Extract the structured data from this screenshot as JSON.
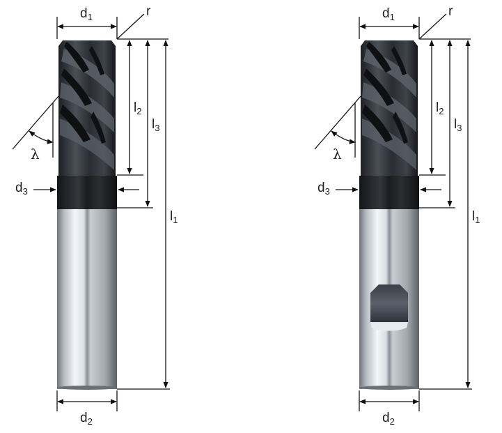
{
  "figures": [
    {
      "id": "plain-shank",
      "labels": {
        "d1": {
          "main": "d",
          "sub": "1"
        },
        "r": {
          "main": "r"
        },
        "l2": {
          "main": "l",
          "sub": "2"
        },
        "l3": {
          "main": "l",
          "sub": "3"
        },
        "l1": {
          "main": "l",
          "sub": "1"
        },
        "d3": {
          "main": "d",
          "sub": "3"
        },
        "lambda": {
          "main": "λ"
        },
        "d2": {
          "main": "d",
          "sub": "2"
        }
      }
    },
    {
      "id": "weldon-shank",
      "labels": {
        "d1": {
          "main": "d",
          "sub": "1"
        },
        "r": {
          "main": "r"
        },
        "l2": {
          "main": "l",
          "sub": "2"
        },
        "l3": {
          "main": "l",
          "sub": "3"
        },
        "l1": {
          "main": "l",
          "sub": "1"
        },
        "d3": {
          "main": "d",
          "sub": "3"
        },
        "lambda": {
          "main": "λ"
        },
        "d2": {
          "main": "d",
          "sub": "2"
        }
      }
    }
  ]
}
